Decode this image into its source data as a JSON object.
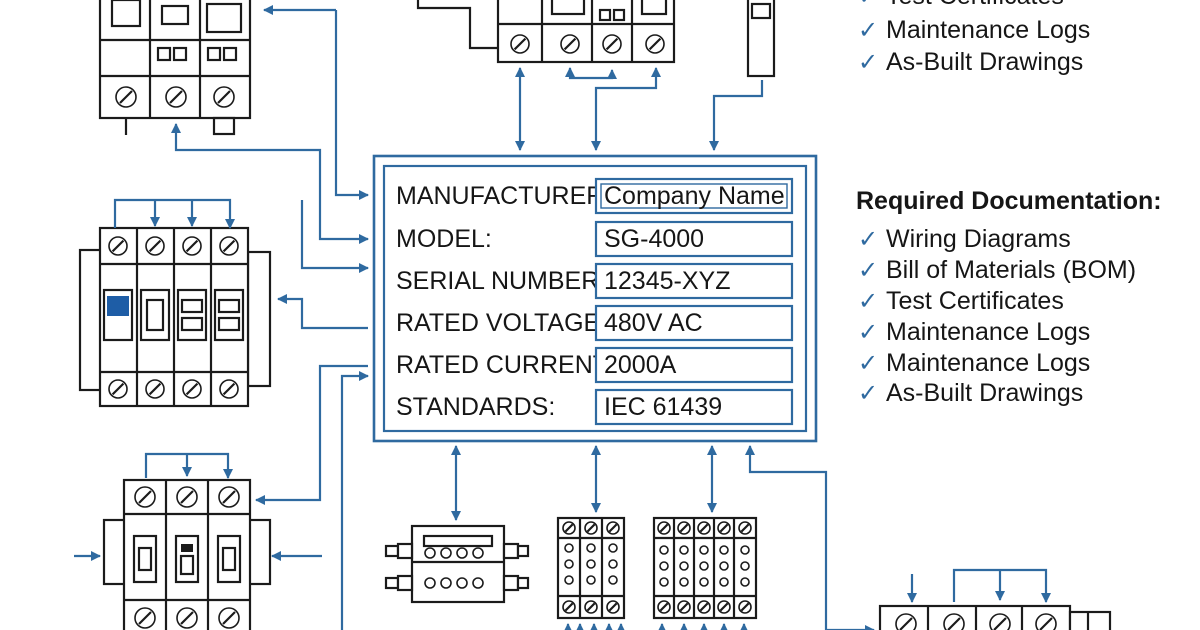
{
  "nameplate": {
    "fields": [
      {
        "label": "MANUFACTURER:",
        "value": "Company Name"
      },
      {
        "label": "MODEL:",
        "value": "SG-4000"
      },
      {
        "label": "SERIAL NUMBER:",
        "value": "12345-XYZ"
      },
      {
        "label": "RATED VOLTAGE:",
        "value": "480V AC"
      },
      {
        "label": "RATED CURRENT:",
        "value": "2000A"
      },
      {
        "label": "STANDARDS:",
        "value": "IEC 61439"
      }
    ]
  },
  "top_list": {
    "items": [
      "Test Certificates",
      "Maintenance Logs",
      "As-Built Drawings"
    ]
  },
  "documentation": {
    "title": "Required Documentation:",
    "items": [
      "Wiring Diagrams",
      "Bill of Materials (BOM)",
      "Test Certificates",
      "Maintenance Logs",
      "Maintenance Logs",
      "As-Built Drawings"
    ]
  },
  "icons": {
    "check": "check-icon",
    "screw": "terminal-screw-icon",
    "arrow": "arrow-icon"
  },
  "colors": {
    "accent": "#2f6aa0",
    "ink": "#1b1b1b"
  }
}
